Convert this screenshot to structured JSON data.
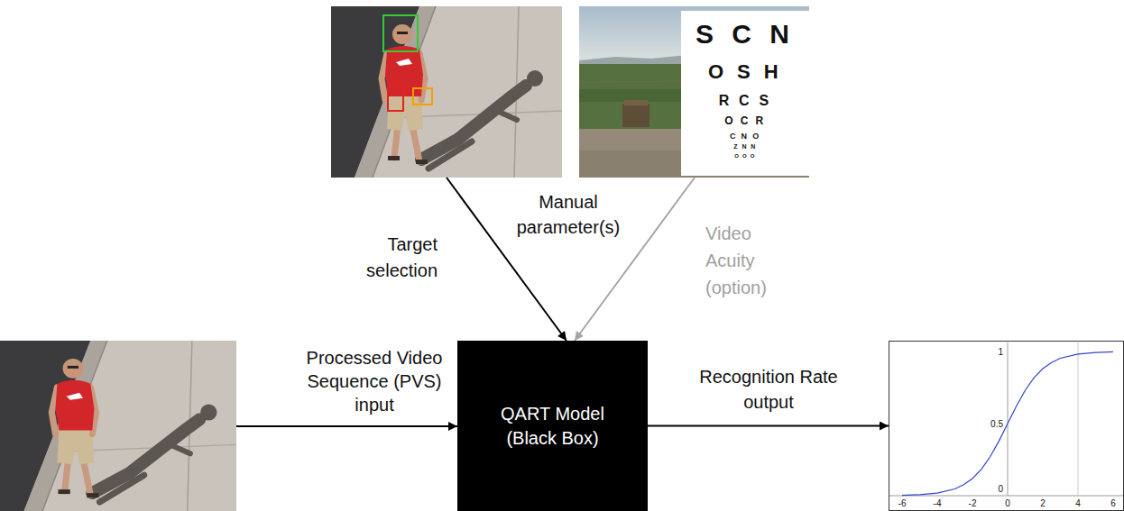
{
  "diagram": {
    "nodes": [
      {
        "text": [
          "S C N",
          "O S H",
          "R C S",
          "O C R",
          "C N O",
          "Z N N",
          "O O O"
        ]
      },
      {
        "text": [
          "QART Model (Black Box)"
        ]
      },
      {
        "text": [
          "1",
          "0.5",
          "0",
          "-6",
          "-4",
          "-2",
          "0",
          "2",
          "4",
          "6"
        ]
      }
    ],
    "edges": [
      {
        "from": 0,
        "to": 1,
        "arrow": "to",
        "label": "Video Acuity (option)"
      },
      {
        "from": 1,
        "to": 2,
        "arrow": "to",
        "label": "Recognition Rate output"
      }
    ],
    "labels": [
      "Target selection",
      "Manual parameter(s)",
      "Processed Video Sequence (PVS) input"
    ]
  }
}
